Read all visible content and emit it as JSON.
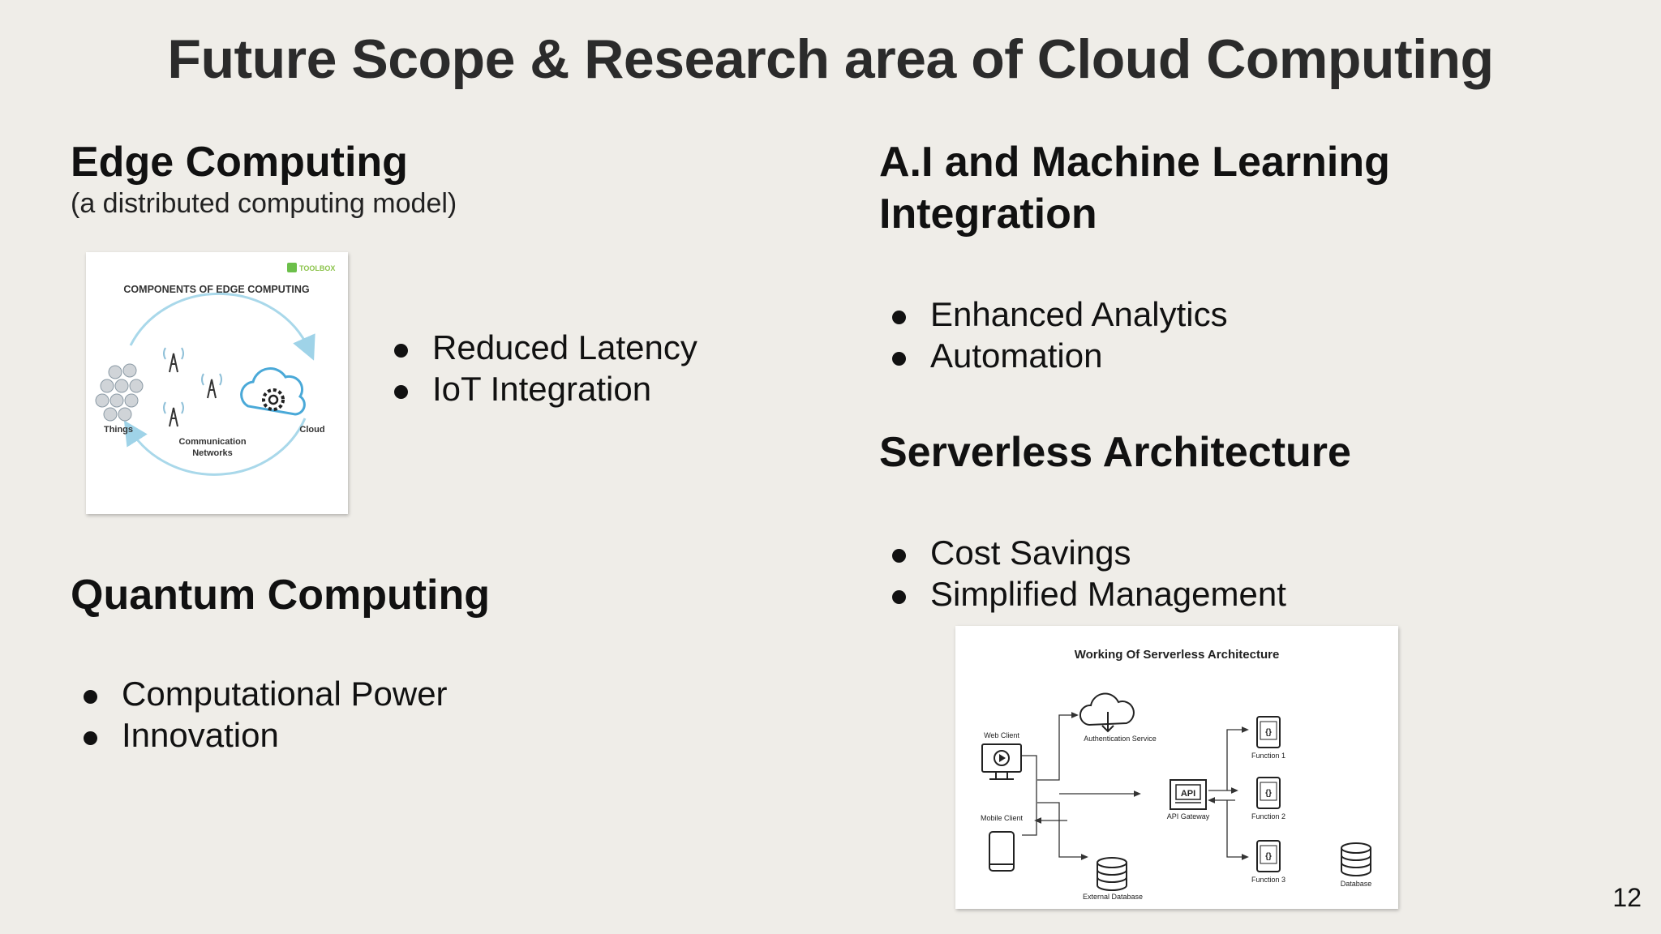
{
  "slide": {
    "title": "Future Scope & Research area of Cloud Computing",
    "page_number": "12"
  },
  "edge": {
    "title": "Edge Computing",
    "subtitle": "(a distributed computing model)",
    "bullets": [
      "Reduced Latency",
      "IoT Integration"
    ],
    "diagram": {
      "brand": "TOOLBOX",
      "heading": "COMPONENTS OF EDGE COMPUTING",
      "things": "Things",
      "networks_line1": "Communication",
      "networks_line2": "Networks",
      "cloud": "Cloud"
    }
  },
  "ai": {
    "title_line1": "A.I and Machine Learning",
    "title_line2": "Integration",
    "bullets": [
      "Enhanced Analytics",
      "Automation"
    ]
  },
  "serverless": {
    "title": "Serverless Architecture",
    "bullets": [
      "Cost Savings",
      "Simplified Management"
    ],
    "diagram": {
      "heading": "Working Of Serverless Architecture",
      "web_client": "Web Client",
      "mobile_client": "Mobile Client",
      "auth": "Authentication Service",
      "api": "API",
      "api_gateway": "API Gateway",
      "external_db": "External Database",
      "function1": "Function 1",
      "function2": "Function 2",
      "function3": "Function 3",
      "database": "Database",
      "fn_glyph": "{}"
    }
  },
  "quantum": {
    "title": "Quantum Computing",
    "bullets": [
      "Computational Power",
      "Innovation"
    ]
  }
}
